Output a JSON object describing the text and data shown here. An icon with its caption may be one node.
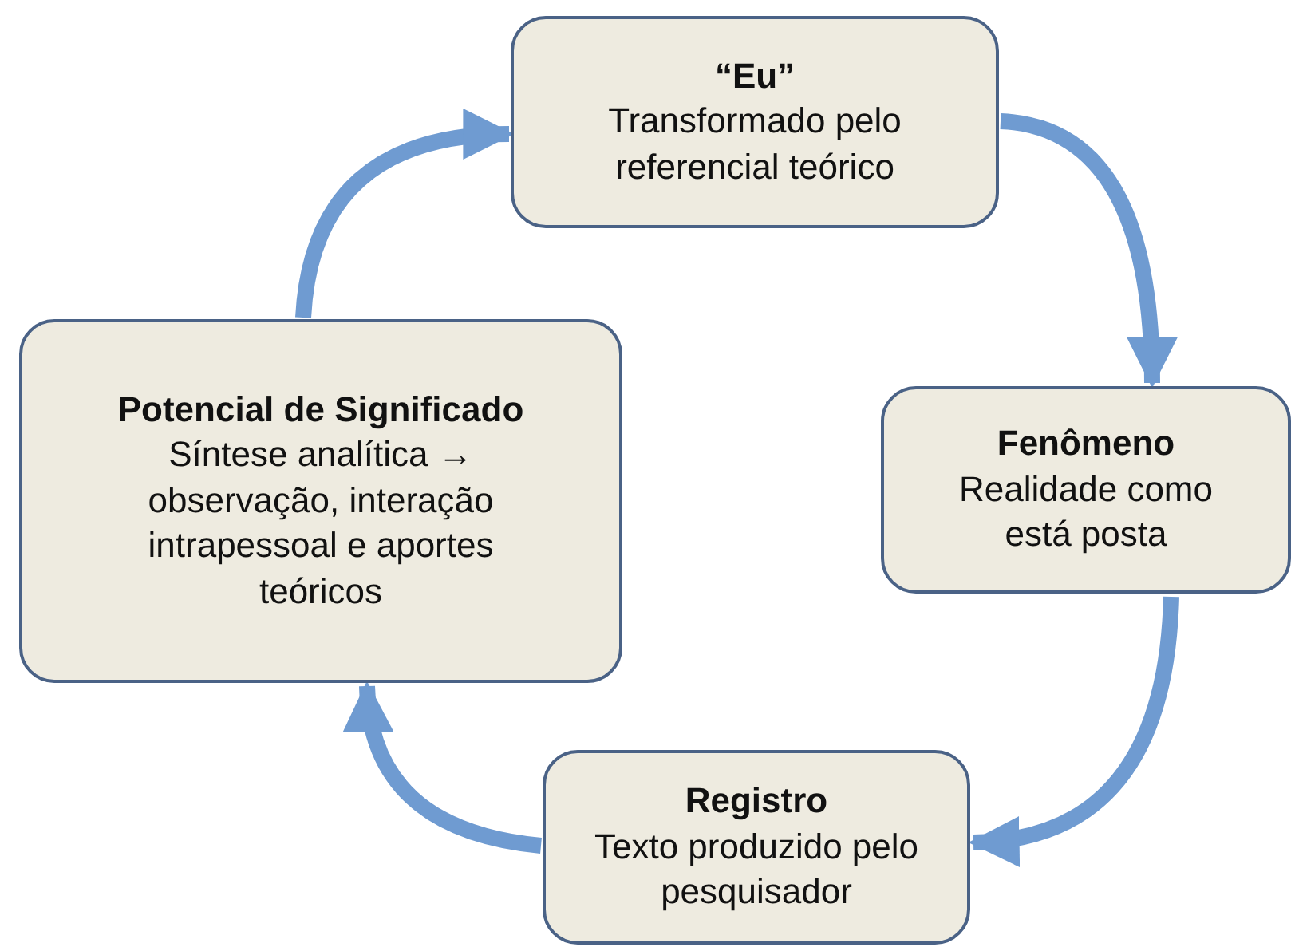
{
  "diagram": {
    "nodes": [
      {
        "text": [
          "“Eu”",
          "Transformado pelo referencial teórico"
        ]
      },
      {
        "text": [
          "Fenômeno",
          "Realidade como está posta"
        ]
      },
      {
        "text": [
          "Registro",
          "Texto produzido pelo pesquisador"
        ]
      },
      {
        "text": [
          "Potencial de Significado",
          "Síntese analítica → observação, interação intrapessoal e aportes teóricos"
        ]
      }
    ],
    "edges": [
      {
        "from": 0,
        "to": 1,
        "arrow": "to"
      },
      {
        "from": 1,
        "to": 2,
        "arrow": "to"
      },
      {
        "from": 2,
        "to": 3,
        "arrow": "to"
      },
      {
        "from": 3,
        "to": 0,
        "arrow": "to"
      }
    ]
  }
}
